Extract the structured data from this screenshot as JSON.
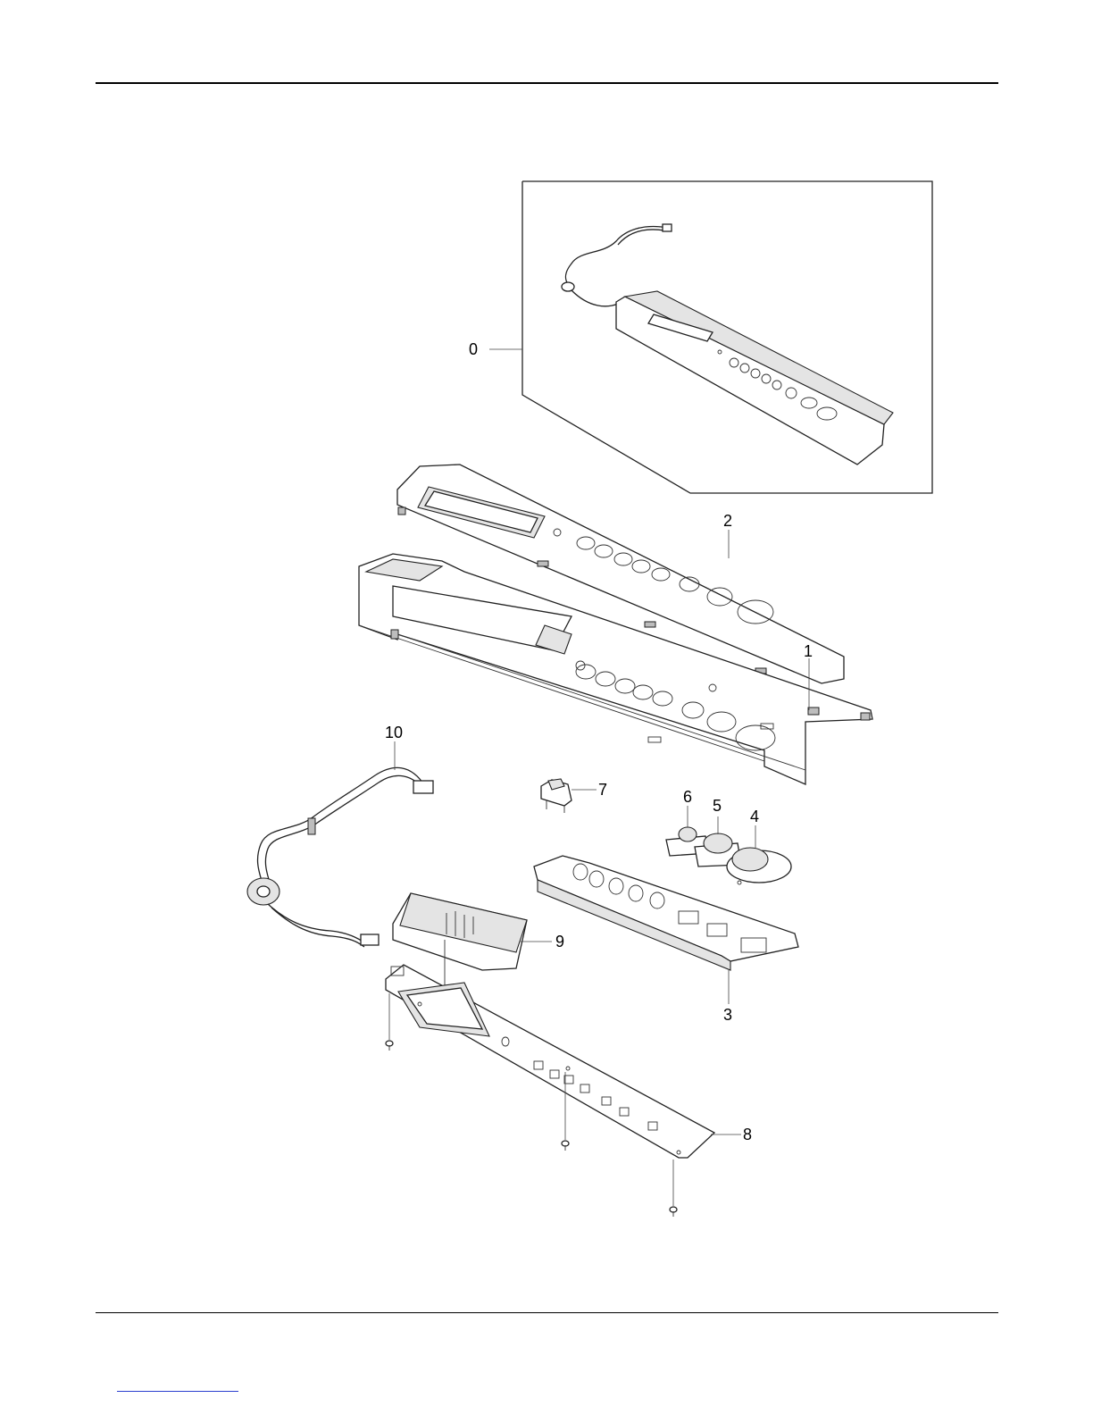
{
  "callouts": {
    "c0": "0",
    "c1": "1",
    "c2": "2",
    "c3": "3",
    "c4": "4",
    "c5": "5",
    "c6": "6",
    "c7": "7",
    "c8": "8",
    "c9": "9",
    "c10": "10"
  }
}
